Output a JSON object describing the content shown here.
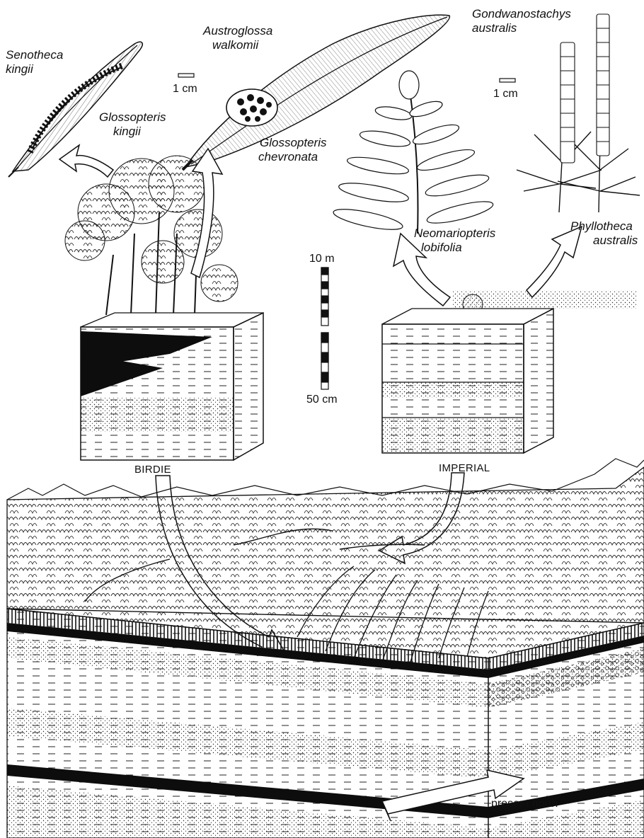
{
  "species_labels": {
    "senotheca_1": "Senotheca",
    "senotheca_2": "kingii",
    "glossopteris_kingii_1": "Glossopteris",
    "glossopteris_kingii_2": "kingii",
    "austroglossa_1": "Austroglossa",
    "austroglossa_2": "walkomii",
    "glossopteris_chevronata_1": "Glossopteris",
    "glossopteris_chevronata_2": "chevronata",
    "gondwanostachys_1": "Gondwanostachys",
    "gondwanostachys_2": "australis",
    "neomariopteris_1": "Neomariopteris",
    "neomariopteris_2": "lobifolia",
    "phyllotheca_1": "Phyllotheca",
    "phyllotheca_2": "australis"
  },
  "scale_labels": {
    "left_cm": "1 cm",
    "right_cm": "1 cm",
    "bar_top": "10 m",
    "bar_bottom": "50 cm"
  },
  "site_labels": {
    "birdie": "BIRDIE",
    "imperial": "IMPERIAL"
  },
  "orientation": {
    "north_label": "present north"
  },
  "colors": {
    "ink": "#111111",
    "paper": "#ffffff",
    "coal": "#0d0d0d"
  }
}
